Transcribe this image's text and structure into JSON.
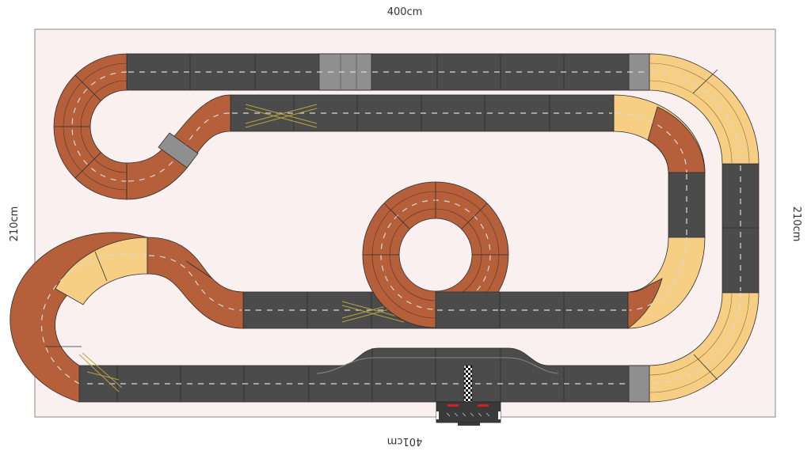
{
  "dimensions": {
    "top": "400cm",
    "bottom": "401cm",
    "left": "210cm",
    "right": "210cm"
  },
  "colors": {
    "board_fill": "#fbf0f0",
    "board_stroke": "#8a8a8a",
    "asphalt": "#4b4b4b",
    "lane_dash": "#d9d9d9",
    "curve_brown": "#b5603b",
    "curve_tan": "#f6cf85",
    "grey_piece": "#8f8f8f",
    "crossing_line": "#b6a23f",
    "start_flag": "#ffffff",
    "start_light": "#d02020"
  },
  "legend": []
}
